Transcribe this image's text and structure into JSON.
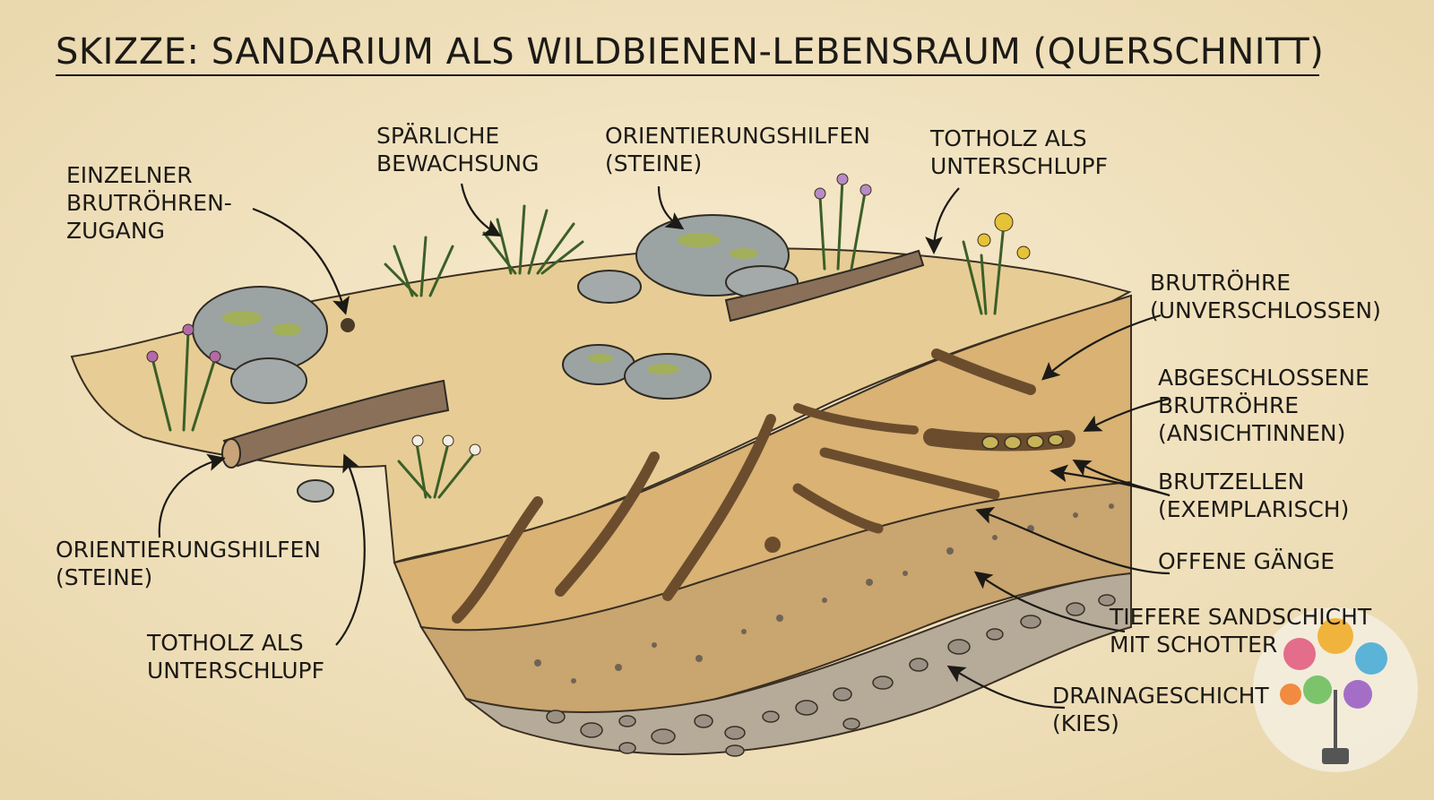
{
  "title": "SKIZZE: SANDARIUM ALS WILDBIENEN-LEBENSRAUM (QUERSCHNITT)",
  "colors": {
    "paper": "#f3e6c4",
    "sand_surface": "#e7cd95",
    "sand_profile": "#d9b274",
    "deep_sand": "#c9a56f",
    "gravel": "#b6ab99",
    "stone": "#9ca3a3",
    "moss": "#a3b05a",
    "deadwood": "#8a7058",
    "ink": "#1c1a16"
  },
  "labels": {
    "einzelner": [
      "EINZELNER",
      "BRUTRÖHREN-",
      "ZUGANG"
    ],
    "spaerliche": [
      "SPÄRLICHE",
      "BEWACHSUNG"
    ],
    "orient_top": [
      "ORIENTIERUNGSHILFEN",
      "(STEINE)"
    ],
    "totholz_top": [
      "TOTHOLZ ALS",
      "UNTERSCHLUPF"
    ],
    "brutroehre": [
      "BRUTRÖHRE",
      "(UNVERSCHLOSSEN)"
    ],
    "abgeschlossen": [
      "ABGESCHLOSSENE",
      "BRUTRÖHRE",
      "(ANSICHTINNEN)"
    ],
    "brutzellen": [
      "BRUTZELLEN",
      "(EXEMPLARISCH)"
    ],
    "offene": [
      "OFFENE GÄNGE"
    ],
    "tiefere": [
      "TIEFERE SANDSCHICHT",
      "MIT SCHOTTER"
    ],
    "drainage": [
      "DRAINAGESCHICHT",
      "(KIES)"
    ],
    "orient_left": [
      "ORIENTIERUNGSHILFEN",
      "(STEINE)"
    ],
    "totholz_bottom": [
      "TOTHOLZ ALS",
      "UNTERSCHLUPF"
    ]
  },
  "icons": [
    "lightbulb-tree-logo-icon"
  ]
}
